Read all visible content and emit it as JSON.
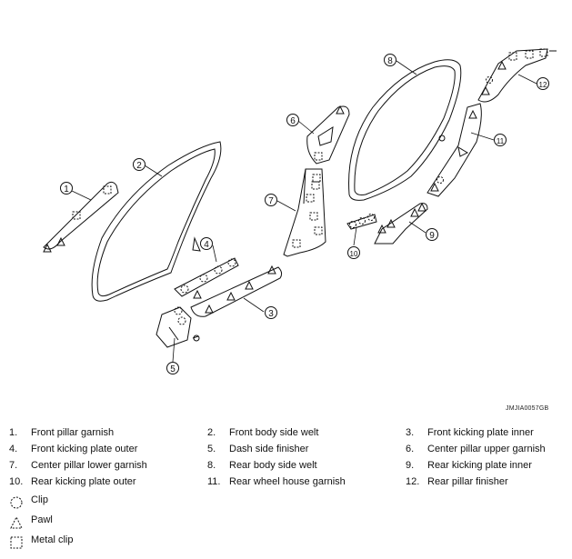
{
  "diagram": {
    "callouts": [
      "1",
      "2",
      "3",
      "4",
      "5",
      "6",
      "7",
      "8",
      "9",
      "10",
      "11",
      "12"
    ],
    "code": "JMJIA0057GB"
  },
  "legend": {
    "items": [
      {
        "num": "1.",
        "label": "Front pillar garnish"
      },
      {
        "num": "2.",
        "label": "Front body side welt"
      },
      {
        "num": "3.",
        "label": "Front kicking plate inner"
      },
      {
        "num": "4.",
        "label": "Front kicking plate outer"
      },
      {
        "num": "5.",
        "label": "Dash side finisher"
      },
      {
        "num": "6.",
        "label": "Center pillar upper garnish"
      },
      {
        "num": "7.",
        "label": "Center pillar lower garnish"
      },
      {
        "num": "8.",
        "label": "Rear body side welt"
      },
      {
        "num": "9.",
        "label": "Rear kicking plate inner"
      },
      {
        "num": "10.",
        "label": "Rear kicking plate outer"
      },
      {
        "num": "11.",
        "label": "Rear wheel house garnish"
      },
      {
        "num": "12.",
        "label": "Rear pillar finisher"
      }
    ],
    "symbols": [
      {
        "icon": "clip-icon",
        "label": "Clip"
      },
      {
        "icon": "pawl-icon",
        "label": "Pawl"
      },
      {
        "icon": "metal-clip-icon",
        "label": "Metal clip"
      }
    ]
  }
}
